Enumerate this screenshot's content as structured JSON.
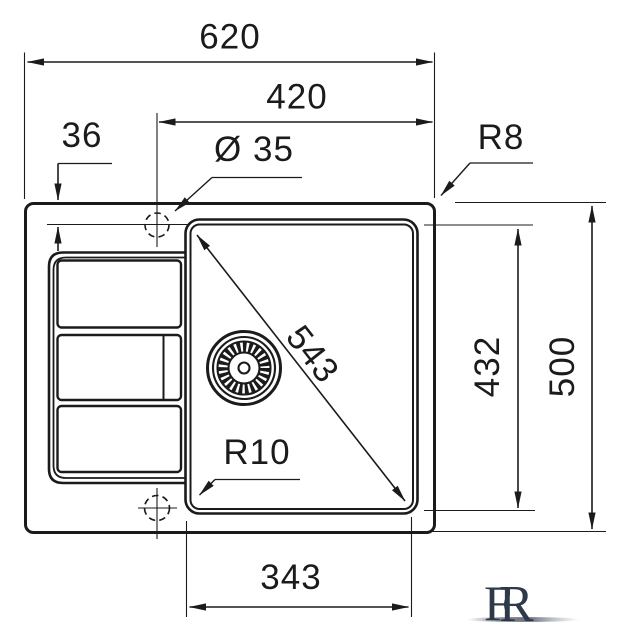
{
  "dimensions": {
    "overall_width": "620",
    "tap_hole_to_right_edge": "420",
    "tap_hole_to_back_edge": "36",
    "tap_hole_diameter": "Ø 35",
    "outer_corner_radius": "R8",
    "bowl_diagonal": "543",
    "bowl_front_to_back": "432",
    "overall_depth": "500",
    "bowl_corner_radius": "R10",
    "bowl_width": "343"
  },
  "logo": {
    "letter_f": "F",
    "letter_r": "R"
  },
  "colors": {
    "line": "#1b1b1b",
    "background": "#ffffff",
    "logo": "#2e3a4a"
  }
}
